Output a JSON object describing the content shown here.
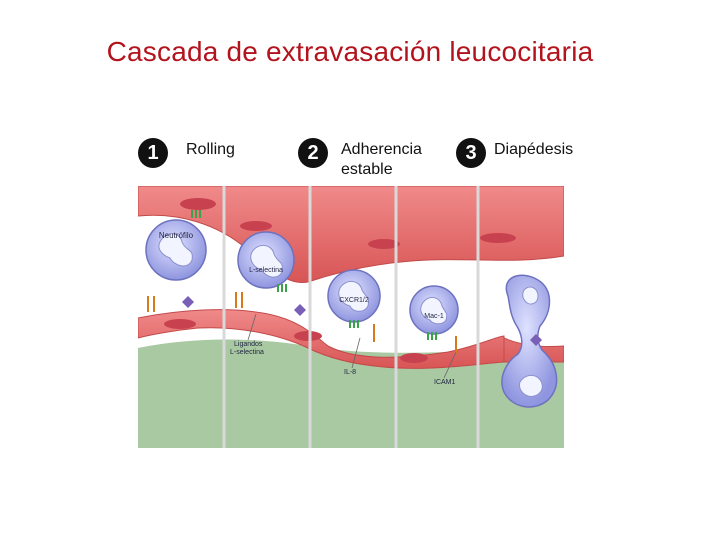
{
  "title": "Cascada de extravasación leucocitaria",
  "steps": [
    {
      "number": "1",
      "label": "Rolling"
    },
    {
      "number": "2",
      "label": "Adherencia\nestable"
    },
    {
      "number": "3",
      "label": "Diapédesis"
    }
  ],
  "figure_labels": {
    "neutrofilo": "Neutrófilo",
    "l_selectina": "L-selectina",
    "ligandos": "Ligandos\nL-selectina",
    "cxcr": "CXCR1/2",
    "il8": "IL-8",
    "mac1": "Mac-1",
    "icam1": "ICAM1"
  },
  "colors": {
    "title": "#b3131d",
    "endothelium": "#e96f6f",
    "tissue": "#a9c9a2",
    "lumen": "#ffffff",
    "leukocyte": "#aab0e8",
    "nucleus": "#f2f4ff",
    "badge": "#111111"
  }
}
